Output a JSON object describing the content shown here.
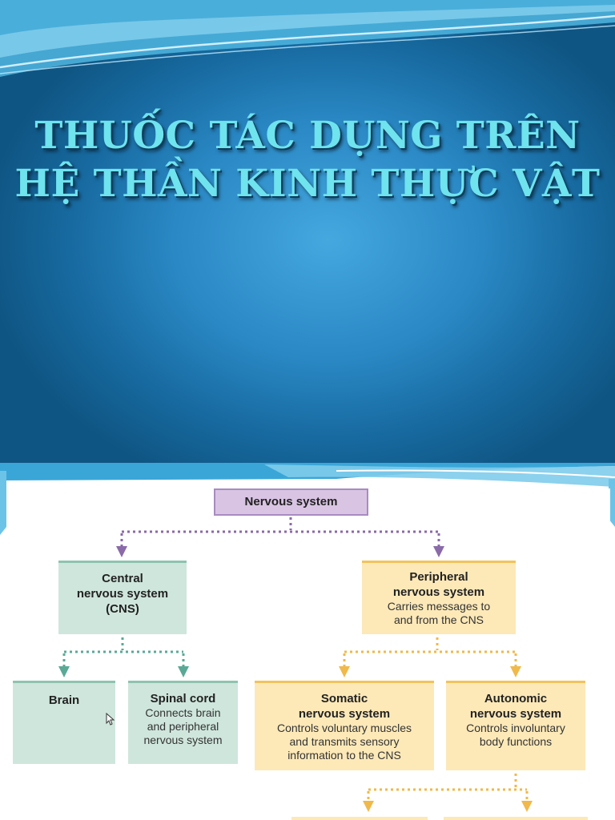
{
  "slide1": {
    "title_line1": "THUỐC TÁC DỤNG TRÊN",
    "title_line2": "HỆ THẦN KINH THỰC VẬT",
    "colors": {
      "background": "#2a88c4",
      "title": "#6fe3ee"
    }
  },
  "slide2": {
    "diagram": {
      "root": {
        "title": "Nervous system"
      },
      "cns": {
        "title_line1": "Central",
        "title_line2": "nervous system",
        "title_line3": "(CNS)"
      },
      "pns": {
        "title_line1": "Peripheral",
        "title_line2": "nervous system",
        "desc_line1": "Carries messages to",
        "desc_line2": "and from the CNS"
      },
      "brain": {
        "title": "Brain"
      },
      "spinal": {
        "title": "Spinal cord",
        "desc_line1": "Connects brain",
        "desc_line2": "and peripheral",
        "desc_line3": "nervous system"
      },
      "somatic": {
        "title_line1": "Somatic",
        "title_line2": "nervous system",
        "desc_line1": "Controls voluntary muscles",
        "desc_line2": "and transmits sensory",
        "desc_line3": "information to the CNS"
      },
      "autonomic": {
        "title_line1": "Autonomic",
        "title_line2": "nervous system",
        "desc_line1": "Controls involuntary",
        "desc_line2": "body functions"
      }
    },
    "colors": {
      "cns_branch": "#cfe6dc",
      "pns_branch": "#fde9b8",
      "root": "#d9c4e3",
      "purple_line": "#8a6aa8",
      "teal_line": "#5aa996",
      "orange_line": "#f0b94a"
    }
  }
}
